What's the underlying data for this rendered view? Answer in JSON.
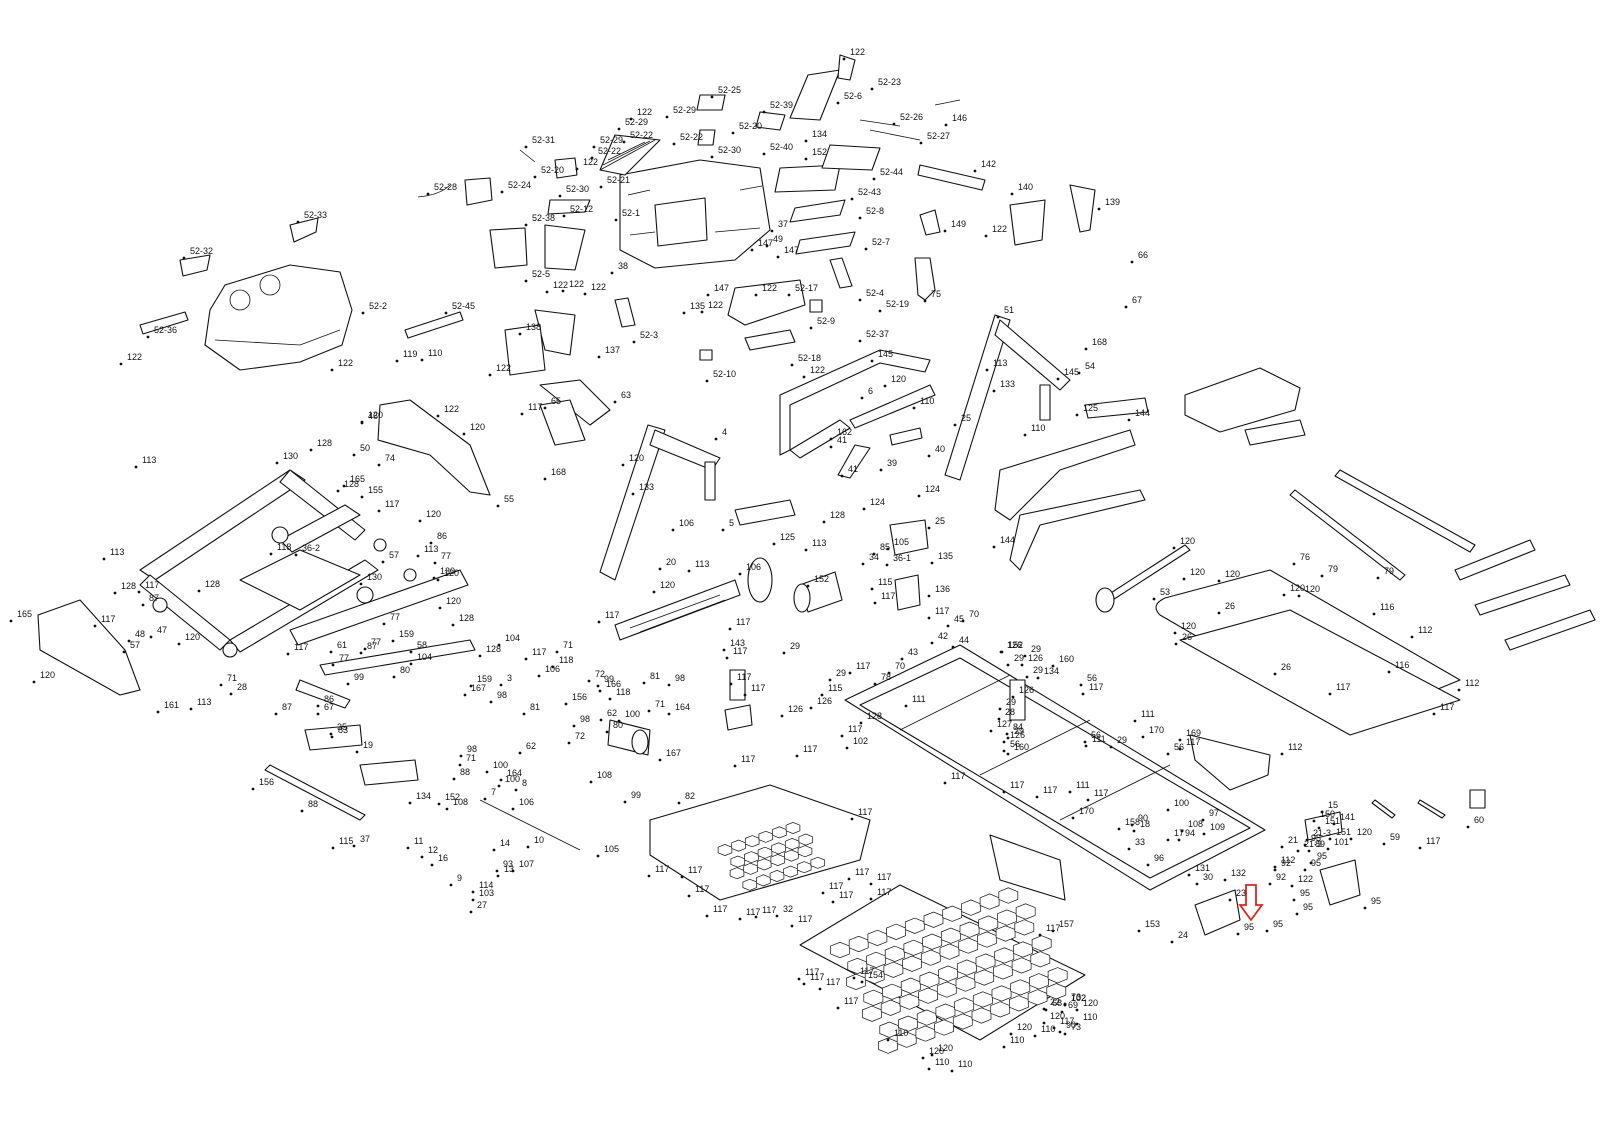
{
  "diagram": {
    "kind": "exploded-parts-view",
    "highlight_color": "#d8261d",
    "highlighted_part": "68"
  },
  "labels": [
    "122",
    "52-23",
    "52-6",
    "52-25",
    "52-39",
    "52-29",
    "122",
    "52-29",
    "52-22",
    "52-22",
    "52-20",
    "146",
    "52-26",
    "52-31",
    "52-29",
    "52-22",
    "52-30",
    "134",
    "52-27",
    "122",
    "52-20",
    "52-40",
    "152",
    "52-44",
    "52-30",
    "52-21",
    "142",
    "52-24",
    "52-43",
    "52-28",
    "52-1",
    "140",
    "139",
    "52-12",
    "52-38",
    "52-8",
    "149",
    "37",
    "122",
    "52-33",
    "49",
    "147",
    "147",
    "52-7",
    "66",
    "52-32",
    "52-5",
    "122",
    "38",
    "122",
    "122",
    "75",
    "52-4",
    "52-2",
    "147",
    "135",
    "122",
    "67",
    "52-17",
    "52-36",
    "52-45",
    "52-9",
    "52-19",
    "122",
    "122",
    "122",
    "119",
    "110",
    "52-3",
    "138",
    "52-37",
    "168",
    "137",
    "52-18",
    "145",
    "51",
    "122",
    "6",
    "113",
    "54",
    "52-10",
    "133",
    "120",
    "122",
    "145",
    "110",
    "63",
    "120",
    "122",
    "117",
    "65",
    "125",
    "144",
    "25",
    "41",
    "120",
    "162",
    "110",
    "4",
    "55",
    "120",
    "113",
    "130",
    "128",
    "50",
    "133",
    "39",
    "40",
    "41",
    "168",
    "124",
    "124",
    "165",
    "74",
    "117",
    "155",
    "128",
    "120",
    "86",
    "113",
    "106",
    "5",
    "125",
    "144",
    "25",
    "118",
    "36-2",
    "57",
    "77",
    "128",
    "113",
    "85",
    "105",
    "113",
    "117",
    "128",
    "130",
    "128",
    "87",
    "130",
    "165",
    "117",
    "120",
    "161",
    "120",
    "120",
    "106",
    "113",
    "120",
    "20",
    "117",
    "117",
    "143",
    "117",
    "46",
    "47",
    "48",
    "120",
    "57",
    "77",
    "87",
    "77",
    "61",
    "159",
    "104",
    "128",
    "58",
    "117",
    "99",
    "71",
    "80",
    "28",
    "113",
    "86",
    "87",
    "67",
    "128",
    "104",
    "77",
    "159",
    "71",
    "117",
    "106",
    "99",
    "118",
    "98",
    "81",
    "167",
    "72",
    "118",
    "156",
    "164",
    "98",
    "166",
    "98",
    "62",
    "81",
    "98",
    "83",
    "3",
    "71",
    "80",
    "100",
    "167",
    "72",
    "71",
    "35",
    "99",
    "106",
    "82",
    "108",
    "62",
    "8",
    "88",
    "100",
    "7",
    "164",
    "108",
    "156",
    "19",
    "134",
    "152",
    "115",
    "100",
    "88",
    "37",
    "10",
    "14",
    "11",
    "12",
    "16",
    "93",
    "107",
    "9",
    "13",
    "103",
    "114",
    "27",
    "105",
    "34",
    "152",
    "115",
    "117",
    "36-1",
    "135",
    "136",
    "117",
    "70",
    "152",
    "29",
    "126",
    "126",
    "29",
    "160",
    "126",
    "29",
    "134",
    "127",
    "43",
    "44",
    "45",
    "42",
    "117",
    "70",
    "78",
    "128",
    "29",
    "126",
    "117",
    "115",
    "126",
    "29",
    "102",
    "28",
    "84",
    "160",
    "29",
    "111",
    "117",
    "29",
    "117",
    "111",
    "56",
    "126",
    "29",
    "56",
    "117",
    "111",
    "56",
    "117",
    "56",
    "111",
    "117",
    "170",
    "169",
    "170",
    "33",
    "117",
    "117",
    "117",
    "117",
    "117",
    "117",
    "117",
    "117",
    "117",
    "117",
    "117",
    "117",
    "32",
    "117",
    "117",
    "117",
    "117",
    "117",
    "117",
    "117",
    "117",
    "117",
    "117",
    "117",
    "117",
    "154",
    "110",
    "120",
    "120",
    "110",
    "110",
    "110",
    "120",
    "110",
    "120",
    "110",
    "120",
    "102",
    "73",
    "102",
    "73",
    "90",
    "69",
    "117",
    "68",
    "22",
    "157",
    "158",
    "100",
    "108",
    "18",
    "17",
    "94",
    "109",
    "97",
    "96",
    "90",
    "131",
    "132",
    "30",
    "153",
    "24",
    "23",
    "92",
    "92",
    "95",
    "95",
    "95",
    "95",
    "95",
    "95",
    "95",
    "95",
    "89",
    "101",
    "21",
    "21-3",
    "21-3",
    "151",
    "151",
    "15",
    "150",
    "141",
    "122",
    "120",
    "59",
    "117",
    "112",
    "60",
    "112",
    "117",
    "112",
    "117",
    "112",
    "79",
    "79",
    "26",
    "26",
    "26",
    "76",
    "116",
    "116",
    "120",
    "120",
    "120",
    "120",
    "120",
    "120",
    "53"
  ]
}
